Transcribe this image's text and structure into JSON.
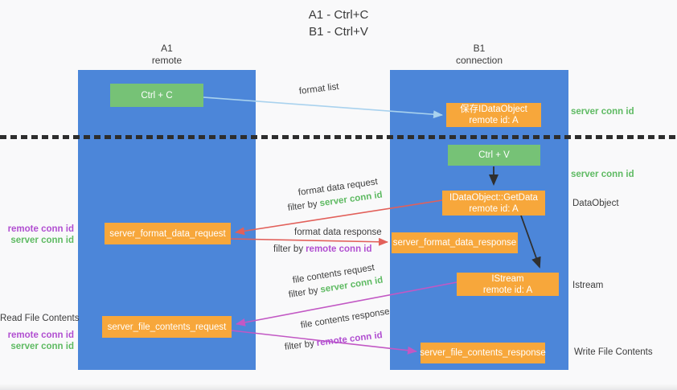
{
  "title": {
    "line1": "A1 - Ctrl+C",
    "line2": "B1 - Ctrl+V"
  },
  "columns": {
    "left": {
      "name": "A1",
      "role": "remote"
    },
    "right": {
      "name": "B1",
      "role": "connection"
    }
  },
  "nodes": {
    "ctrl_c": {
      "label": "Ctrl + C"
    },
    "ctrl_v": {
      "label": "Ctrl + V"
    },
    "save_dataobject": {
      "line1": "保存IDataObject",
      "line2": "remote id: A"
    },
    "getdata": {
      "line1": "IDataObject::GetData",
      "line2": "remote id: A"
    },
    "istream": {
      "line1": "IStream",
      "line2": "remote id: A"
    },
    "server_format_data_request": {
      "label": "server_format_data_request"
    },
    "server_format_data_response": {
      "label": "server_format_data_response"
    },
    "server_file_contents_request": {
      "label": "server_file_contents_request"
    },
    "server_file_contents_response": {
      "label": "server_file_contents_response"
    }
  },
  "side_labels": {
    "server_conn_id": "server conn id",
    "remote_conn_id": "remote conn id",
    "dataobject": "DataObject",
    "istream": "Istream",
    "read_file_contents": "Read File Contents",
    "write_file_contents": "Write File Contents"
  },
  "edge_labels": {
    "format_list": "format list",
    "format_data_request": "format data request",
    "format_data_response": "format data response",
    "file_contents_request": "file contents request",
    "file_contents_response": "file contents response",
    "filter_by": "filter by"
  },
  "colors": {
    "lane_blue": "#4c86d9",
    "box_green": "#76c276",
    "box_orange": "#f7a73b",
    "green_text": "#5eba62",
    "purple_text": "#b14fd1",
    "red_arrow": "#e2605a",
    "magenta_arrow": "#c258c4",
    "light_blue_arrow": "#a9d2ee",
    "black_arrow": "#2f2f2f"
  }
}
